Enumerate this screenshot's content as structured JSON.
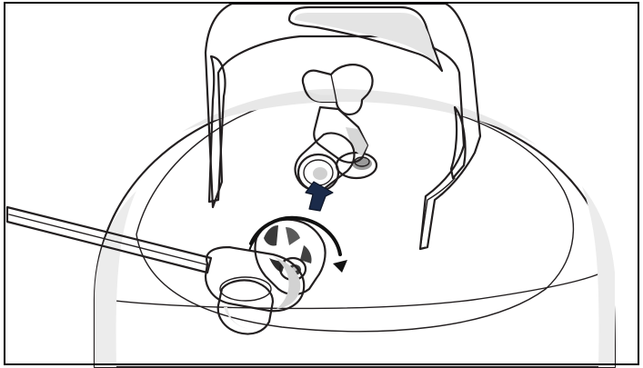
{
  "illustration": {
    "colors": {
      "outline": "#231f20",
      "body_fill": "#ffffff",
      "shade_light": "#e6e6e6",
      "shade_mid": "#c9c9c9",
      "shade_dark": "#8c8c8c",
      "arrow_blue": "#1b2b4a",
      "frame": "#000000"
    },
    "parts": [
      "propane-tank",
      "tank-collar",
      "tank-valve",
      "valve-handwheel",
      "valve-outlet",
      "connection-arrow",
      "regulator-hose",
      "coupling-nut",
      "rotation-arrow",
      "regulator-inlet"
    ]
  }
}
